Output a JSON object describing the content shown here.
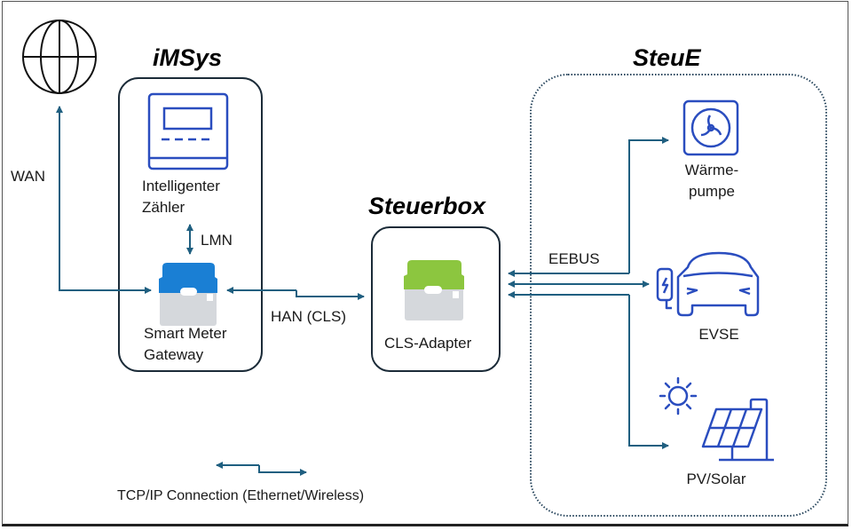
{
  "groups": {
    "imsys": {
      "title": "iMSys"
    },
    "steuerbox": {
      "title": "Steuerbox"
    },
    "steue": {
      "title": "SteuE"
    }
  },
  "nodes": {
    "internet": {
      "icon": "globe-icon"
    },
    "meter": {
      "label_line1": "Intelligenter",
      "label_line2": "Zähler",
      "icon": "electricity-meter-icon"
    },
    "gateway": {
      "label_line1": "Smart Meter",
      "label_line2": "Gateway",
      "icon": "gateway-device-icon",
      "color": "#1a7fd4"
    },
    "cls_adapter": {
      "label": "CLS-Adapter",
      "icon": "cls-adapter-device-icon",
      "color": "#8cc63f"
    },
    "heat_pump": {
      "label_line1": "Wärme-",
      "label_line2": "pumpe",
      "icon": "heat-pump-fan-icon"
    },
    "evse": {
      "label": "EVSE",
      "icon": "ev-charging-car-icon"
    },
    "pv": {
      "label": "PV/Solar",
      "icon": "solar-panel-icon"
    }
  },
  "connections": {
    "wan": "WAN",
    "lmn": "LMN",
    "han": "HAN (CLS)",
    "eebus": "EEBUS"
  },
  "legend": {
    "label": "TCP/IP Connection (Ethernet/Wireless)"
  },
  "colors": {
    "connector": "#1f5f80",
    "icon_blue": "#2a4dbf",
    "device_grey": "#d5d8dc"
  }
}
